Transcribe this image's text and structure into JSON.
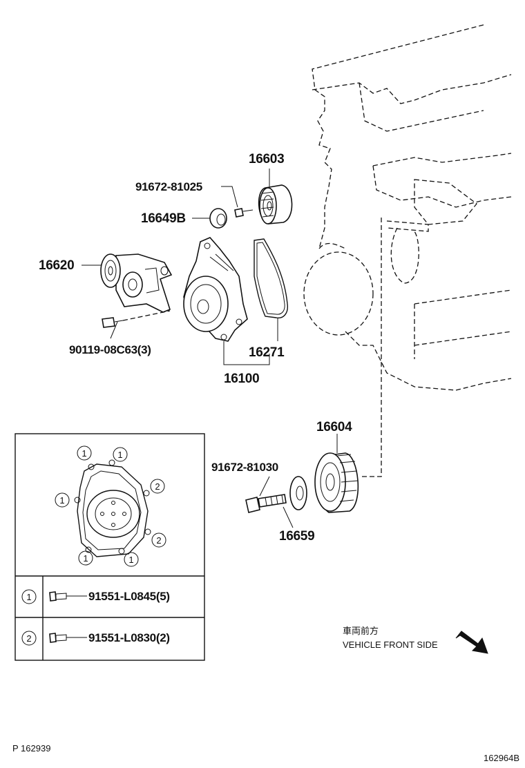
{
  "labels": {
    "p16603": "16603",
    "p91672_81025": "91672-81025",
    "p16649b": "16649B",
    "p16620": "16620",
    "p90119": "90119-08C63(3)",
    "p16271": "16271",
    "p16100": "16100",
    "p16604": "16604",
    "p91672_81030": "91672-81030",
    "p16659": "16659"
  },
  "inset": {
    "callouts": [
      "1",
      "1",
      "2",
      "1",
      "2",
      "1",
      "1"
    ],
    "rows": [
      {
        "mark": "1",
        "part": "91551-L0845(5)"
      },
      {
        "mark": "2",
        "part": "91551-L0830(2)"
      }
    ]
  },
  "direction": {
    "jp": "車両前方",
    "en": "VEHICLE FRONT SIDE"
  },
  "footer": {
    "left": "P 162939",
    "right": "162964B"
  }
}
